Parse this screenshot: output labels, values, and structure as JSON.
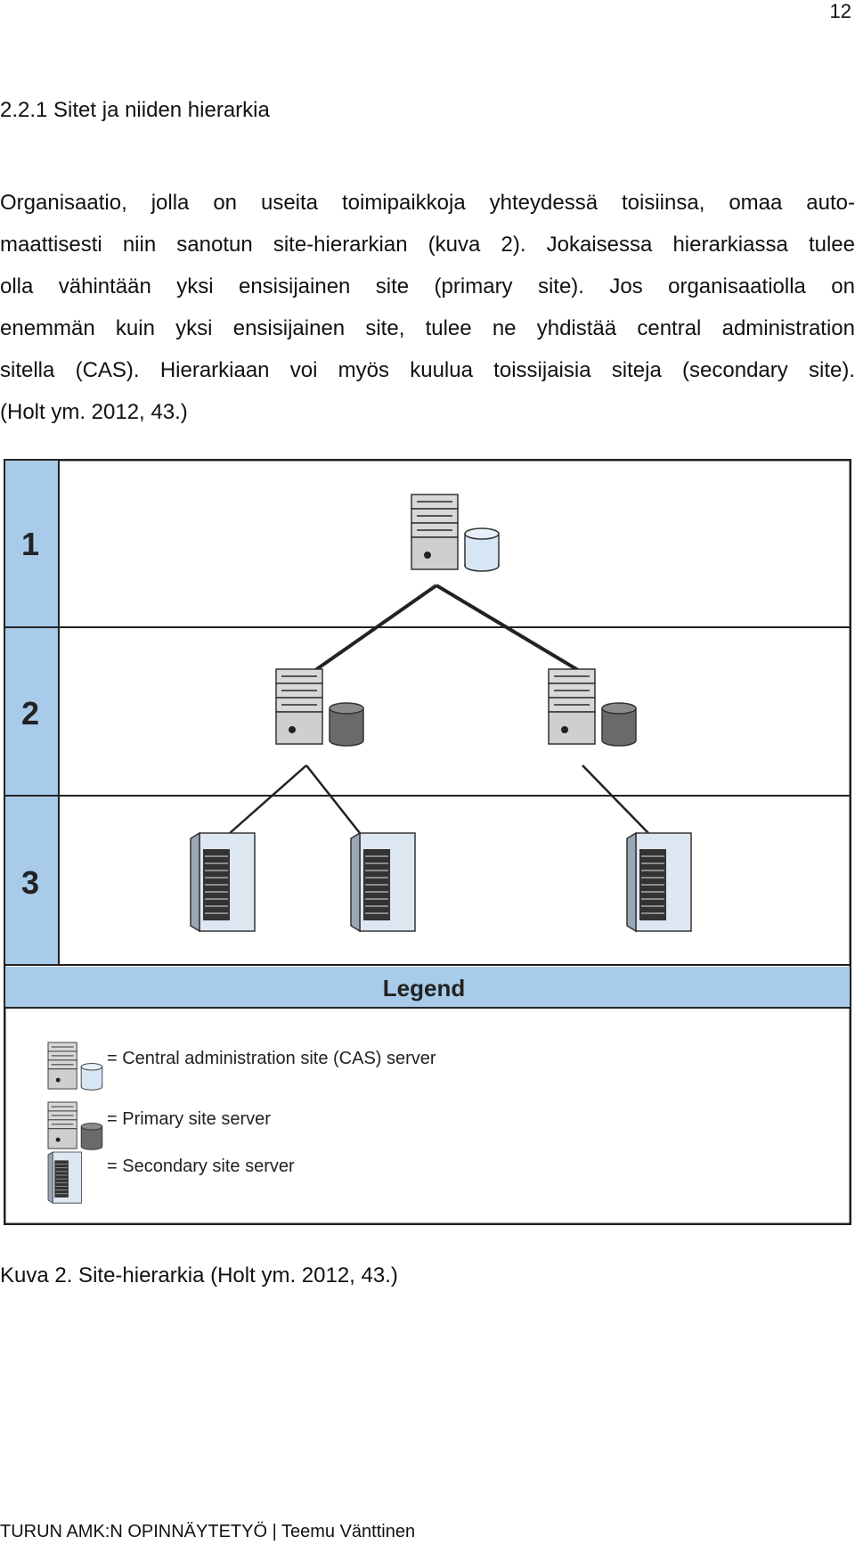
{
  "page_number": "12",
  "section_heading": "2.2.1 Sitet ja niiden hierarkia",
  "paragraph_lines": [
    "Organisaatio, jolla on useita toimipaikkoja yhteydessä toisiinsa, omaa auto-",
    "maattisesti niin sanotun site-hierarkian (kuva 2). Jokaisessa hierarkiassa tulee",
    "olla vähintään yksi ensisijainen site (primary site). Jos organisaatiolla on",
    "enemmän kuin yksi ensisijainen site, tulee ne yhdistää central administration",
    "sitella (CAS). Hierarkiaan voi myös kuulua toissijaisia siteja (secondary site).",
    "(Holt ym. 2012, 43.)"
  ],
  "figure": {
    "tier_labels": [
      "1",
      "2",
      "3"
    ],
    "legend_title": "Legend",
    "legend_items": [
      {
        "icon": "cas-server-icon",
        "label": "= Central administration site (CAS) server"
      },
      {
        "icon": "primary-server-icon",
        "label": "= Primary site server"
      },
      {
        "icon": "secondary-server-icon",
        "label": "= Secondary site server"
      }
    ],
    "colors": {
      "tier_band": "#a8cbe9",
      "legend_band": "#a8cbe9",
      "server_body": "#c9c9c9",
      "cas_db": "#d6e6f5",
      "primary_db": "#6a6a6a"
    }
  },
  "caption": "Kuva 2. Site-hierarkia (Holt ym. 2012, 43.)",
  "footer": "TURUN AMK:N OPINNÄYTETYÖ | Teemu Vänttinen"
}
